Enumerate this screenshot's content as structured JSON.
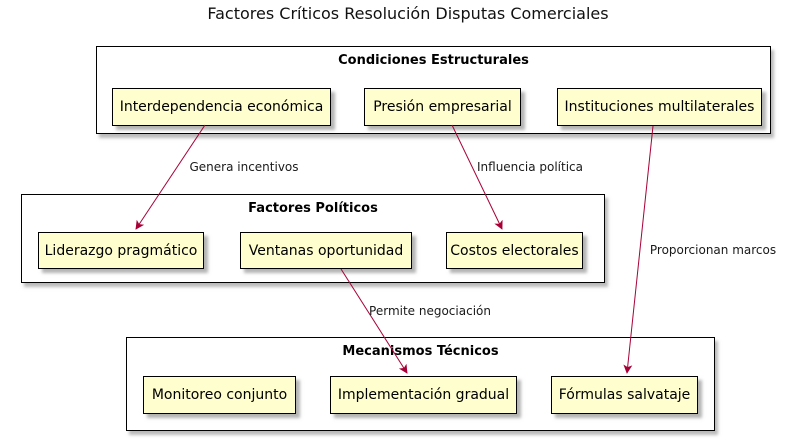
{
  "title": "Factores Críticos Resolución Disputas Comerciales",
  "colors": {
    "node_fill": "#FEFECE",
    "node_border": "#000000",
    "group_fill": "#FFFFFF",
    "arrow": "#A80036",
    "text": "#000000"
  },
  "groups": [
    {
      "title": "Condiciones Estructurales",
      "nodes": [
        {
          "label": "Interdependencia económica"
        },
        {
          "label": "Presión empresarial"
        },
        {
          "label": "Instituciones multilaterales"
        }
      ]
    },
    {
      "title": "Factores Políticos",
      "nodes": [
        {
          "label": "Liderazgo pragmático"
        },
        {
          "label": "Ventanas oportunidad"
        },
        {
          "label": "Costos electorales"
        }
      ]
    },
    {
      "title": "Mecanismos Técnicos",
      "nodes": [
        {
          "label": "Monitoreo conjunto"
        },
        {
          "label": "Implementación gradual"
        },
        {
          "label": "Fórmulas salvataje"
        }
      ]
    }
  ],
  "edges": [
    {
      "from": "Interdependencia económica",
      "to": "Liderazgo pragmático",
      "label": "Genera incentivos"
    },
    {
      "from": "Presión empresarial",
      "to": "Costos electorales",
      "label": "Influencia política"
    },
    {
      "from": "Instituciones multilaterales",
      "to": "Fórmulas salvataje",
      "label": "Proporcionan marcos"
    },
    {
      "from": "Ventanas oportunidad",
      "to": "Implementación gradual",
      "label": "Permite negociación"
    }
  ]
}
